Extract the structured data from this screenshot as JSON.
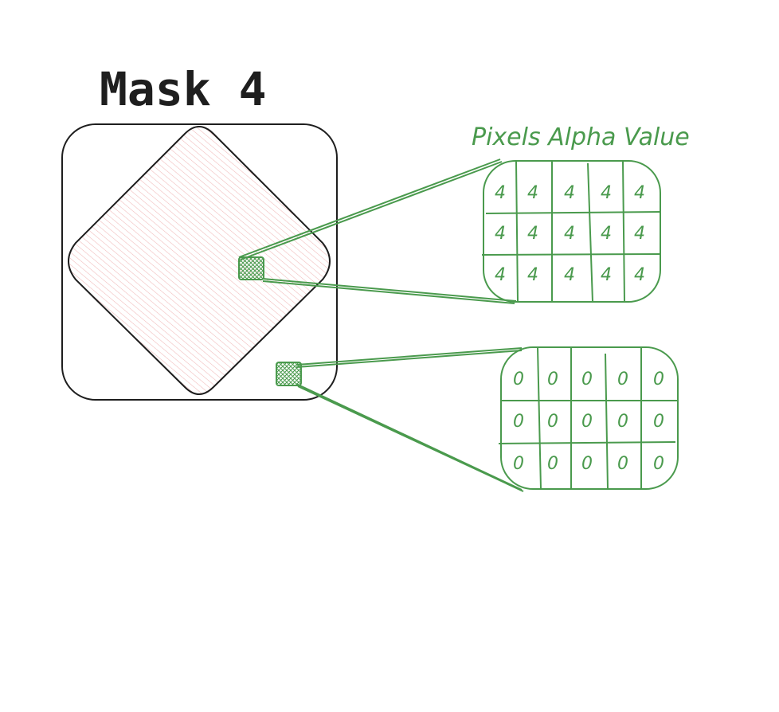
{
  "title": "Mask 4",
  "heading": "Pixels Alpha Value",
  "colors": {
    "stroke": "#1e1e1e",
    "accent_green": "#4a9a4d",
    "fill_pink": "#f4c6c6",
    "background": "#ffffff"
  },
  "grids": [
    {
      "rows": [
        [
          "4",
          "4",
          "4",
          "4",
          "4"
        ],
        [
          "4",
          "4",
          "4",
          "4",
          "4"
        ],
        [
          "4",
          "4",
          "4",
          "4",
          "4"
        ]
      ]
    },
    {
      "rows": [
        [
          "0",
          "0",
          "0",
          "0",
          "0"
        ],
        [
          "0",
          "0",
          "0",
          "0",
          "0"
        ],
        [
          "0",
          "0",
          "0",
          "0",
          "0"
        ]
      ]
    }
  ]
}
